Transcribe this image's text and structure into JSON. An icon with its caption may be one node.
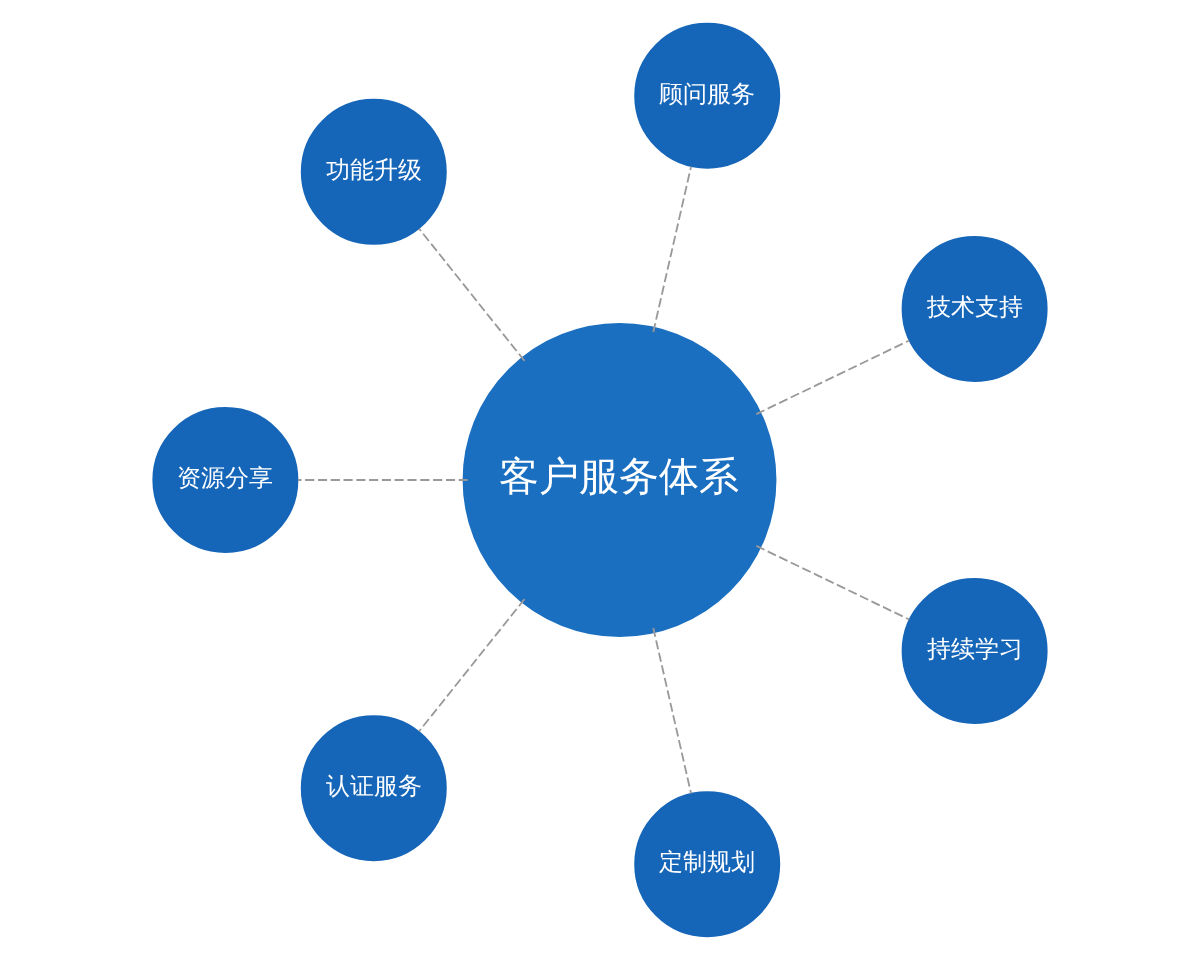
{
  "diagram": {
    "nodes": [
      {
        "text": [
          "客户服务体系"
        ]
      },
      {
        "text": [
          "技术支持"
        ]
      },
      {
        "text": [
          "顾问服务"
        ]
      },
      {
        "text": [
          "功能升级"
        ]
      },
      {
        "text": [
          "资源分享"
        ]
      },
      {
        "text": [
          "认证服务"
        ]
      },
      {
        "text": [
          "定制规划"
        ]
      },
      {
        "text": [
          "持续学习"
        ]
      }
    ],
    "edges": [
      {
        "from": 0,
        "to": 1,
        "arrow": "none",
        "style": "dashed"
      },
      {
        "from": 0,
        "to": 3,
        "arrow": "none",
        "style": "dashed"
      },
      {
        "from": 0,
        "to": 5,
        "arrow": "none",
        "style": "dashed"
      },
      {
        "from": 0,
        "to": 7,
        "arrow": "none",
        "style": "dashed"
      },
      {
        "from": 0,
        "to": 6,
        "arrow": "none",
        "style": "dashed"
      },
      {
        "from": 0,
        "to": 4,
        "arrow": "none",
        "style": "dashed"
      },
      {
        "from": 0,
        "to": 2,
        "arrow": "none",
        "style": "dashed"
      }
    ]
  }
}
